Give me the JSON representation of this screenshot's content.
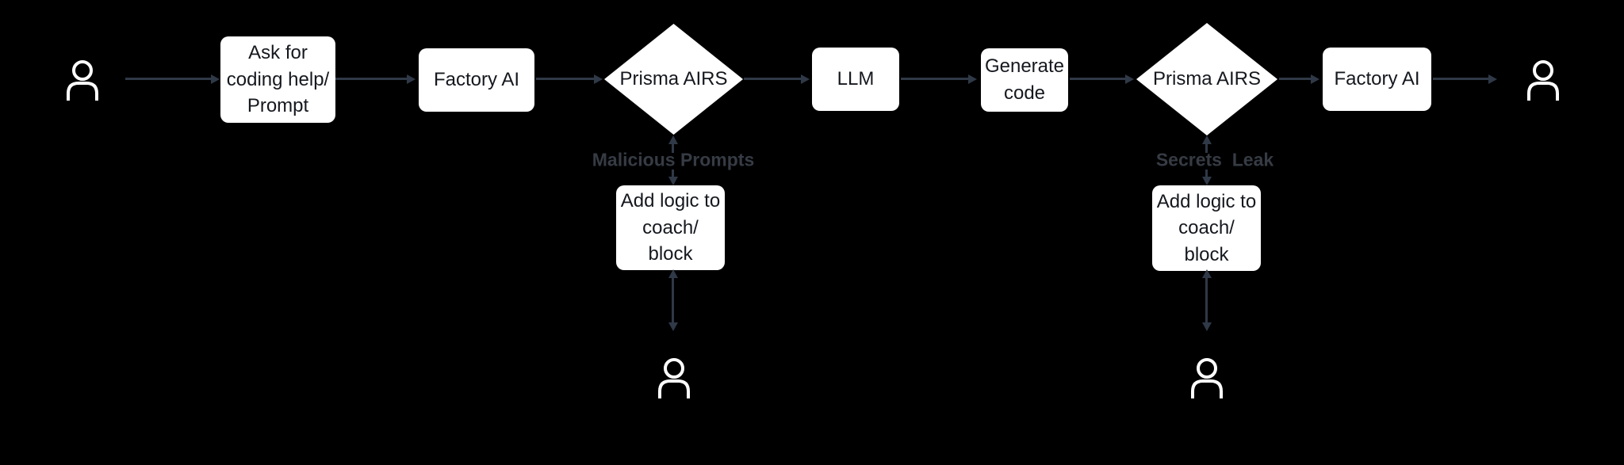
{
  "canvas": {
    "background_color": "#000000",
    "arrow_color": "#2f3947",
    "node_background_color": "#ffffff",
    "node_text_color": "#15181e",
    "edge_label_color": "#363b44",
    "person_icon_color": "#ffffff"
  },
  "icons": {
    "user": "user-icon"
  },
  "flow": {
    "nodes": [
      {
        "id": "ask",
        "type": "process",
        "label": "Ask for\ncoding help/\nPrompt"
      },
      {
        "id": "factory-1",
        "type": "process",
        "label": "Factory AI"
      },
      {
        "id": "airs-1",
        "type": "decision",
        "label": "Prisma AIRS"
      },
      {
        "id": "llm",
        "type": "process",
        "label": "LLM"
      },
      {
        "id": "generate",
        "type": "process",
        "label": "Generate\ncode"
      },
      {
        "id": "airs-2",
        "type": "decision",
        "label": "Prisma AIRS"
      },
      {
        "id": "factory-2",
        "type": "process",
        "label": "Factory AI"
      }
    ],
    "branches": [
      {
        "from": "airs-1",
        "edge_label": "Malicious Prompts",
        "node_label": "Add logic to\ncoach/\nblock"
      },
      {
        "from": "airs-2",
        "edge_label": "Secrets  Leak",
        "node_label": "Add logic to\ncoach/\nblock"
      }
    ]
  }
}
